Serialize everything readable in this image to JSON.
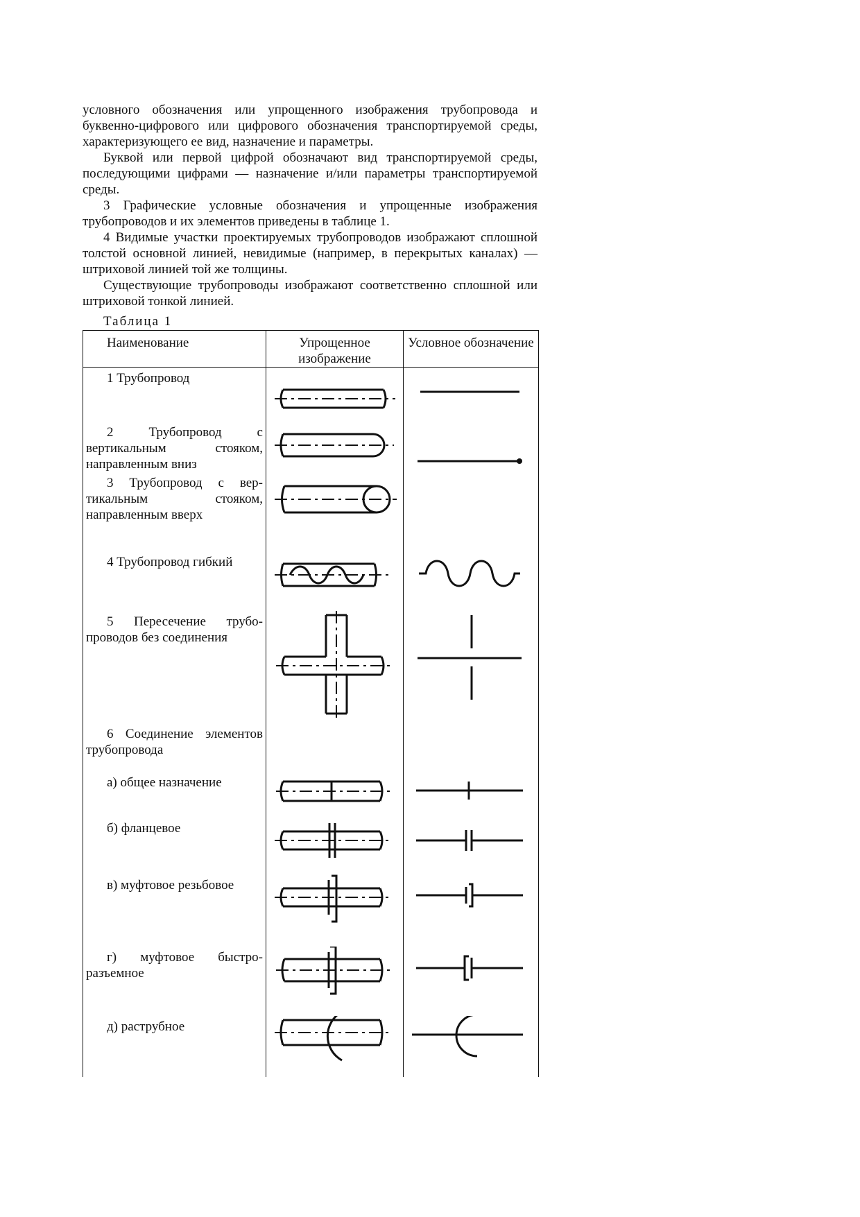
{
  "paragraphs": [
    {
      "text": "условного обозначения или упрощенного изображения трубопровода и буквенно-цифрового или цифрового обозначения транспортируемой среды, характеризующего ее вид, назначение и параметры.",
      "indent": false
    },
    {
      "text": "Буквой или первой цифрой обозначают вид транспортируемой среды, последующими цифрами — назначение и/или параметры транспортируемой среды.",
      "indent": true
    },
    {
      "text": "3 Графические условные обозначения и упрощенные изображения трубопроводов и их элементов приведены в таблице 1.",
      "indent": true
    },
    {
      "text": "4 Видимые участки проектируемых трубопроводов изображают сплошной толстой основной линией, невидимые (например, в перекрытых каналах) — штриховой линией той же толщины.",
      "indent": true
    },
    {
      "text": "Существующие трубопроводы изображают соответственно сплошной или штриховой тонкой линией.",
      "indent": true
    }
  ],
  "table": {
    "caption": "Таблица 1",
    "headers": [
      "Наименование",
      "Упрощенное изображение",
      "Условное обозначение"
    ],
    "rows": [
      {
        "name": "1 Трубопровод",
        "icon_simplified": "pipe-icon",
        "icon_symbol": "line-symbol-icon"
      },
      {
        "name": "2 Трубопровод с вертикальным стояком, направленным вниз",
        "icon_simplified": "pipe-riser-down-icon",
        "icon_symbol": "line-dot-symbol-icon"
      },
      {
        "name": "3 Трубопровод с вер-тикальным стояком, направленным вверх",
        "icon_simplified": "pipe-riser-up-icon",
        "icon_symbol": ""
      },
      {
        "name": "4 Трубопровод гибкий",
        "icon_simplified": "flexible-pipe-icon",
        "icon_symbol": "wave-symbol-icon"
      },
      {
        "name": "5 Пересечение трубо-проводов без соединения",
        "icon_simplified": "pipe-crossing-icon",
        "icon_symbol": "crossing-symbol-icon"
      },
      {
        "name": "6 Соединение элементов трубопровода",
        "icon_simplified": "",
        "icon_symbol": ""
      },
      {
        "name": "а) общее назначение",
        "icon_simplified": "pipe-joint-icon",
        "icon_symbol": "joint-symbol-icon"
      },
      {
        "name": "б) фланцевое",
        "icon_simplified": "pipe-flange-icon",
        "icon_symbol": "flange-symbol-icon"
      },
      {
        "name": "в) муфтовое резьбовое",
        "icon_simplified": "pipe-threaded-coupling-icon",
        "icon_symbol": "threaded-coupling-symbol-icon"
      },
      {
        "name": "г) муфтовое быстро-разъемное",
        "icon_simplified": "pipe-quick-coupling-icon",
        "icon_symbol": "quick-coupling-symbol-icon"
      },
      {
        "name": "д) раструбное",
        "icon_simplified": "pipe-socket-icon",
        "icon_symbol": "socket-symbol-icon"
      }
    ]
  }
}
